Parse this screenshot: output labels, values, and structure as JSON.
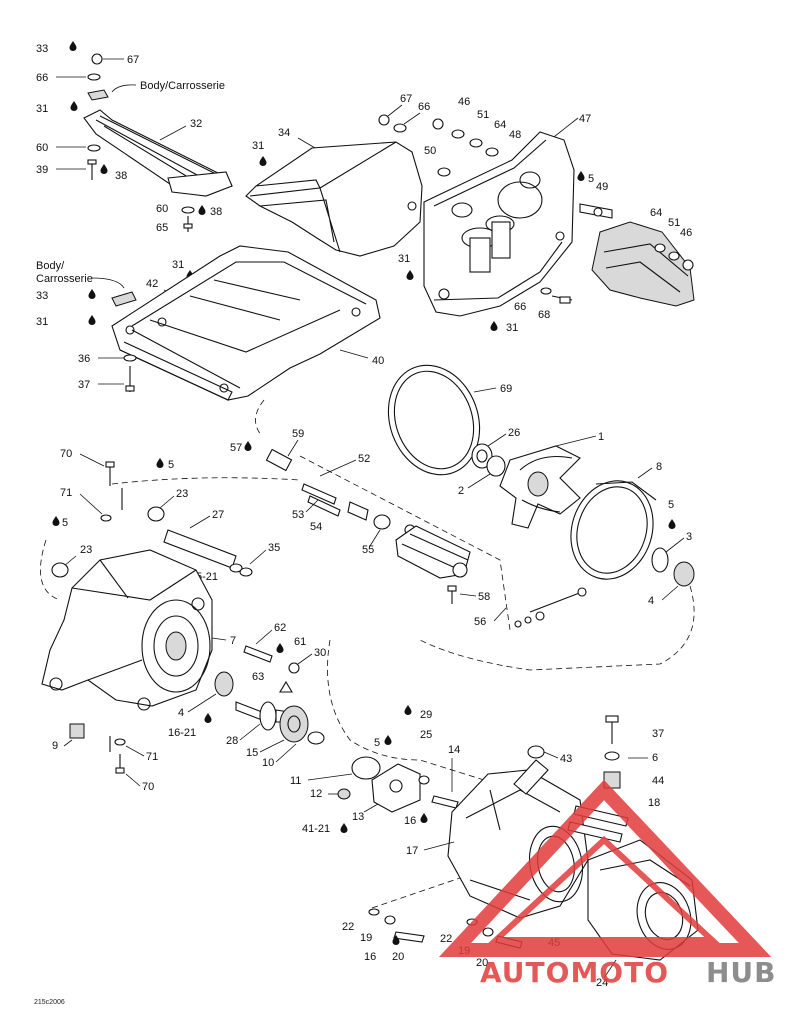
{
  "body_label": "Body/Carrosserie",
  "body_label_line1": "Body/",
  "body_label_line2": "Carrosserie",
  "drawing_code": "215c2006",
  "watermark": {
    "brand_a": "AUTOMOTO",
    "brand_b": "HUB",
    "color_a": "#e23c3c",
    "color_b": "#7a7a7a"
  },
  "callouts": {
    "n1": "1",
    "n2": "2",
    "n3": "3",
    "n4a": "4",
    "n4b": "4",
    "n5a": "5",
    "n5b": "5",
    "n5c": "5",
    "n5d": "5",
    "n5e": "5",
    "n6": "6",
    "n7": "7",
    "n8": "8",
    "n9": "9",
    "n10": "10",
    "n11": "11",
    "n12": "12",
    "n13": "13",
    "n14": "14",
    "n15": "15",
    "n16a": "16",
    "n16b": "16",
    "n1621": "16-21",
    "n17": "17",
    "n18": "18",
    "n19a": "19",
    "n19b": "19",
    "n20a": "20",
    "n20b": "20",
    "n22a": "22",
    "n22b": "22",
    "n23a": "23",
    "n23b": "23",
    "n24": "24",
    "n25": "25",
    "n26": "26",
    "n27": "27",
    "n28": "28",
    "n29": "29",
    "n30": "30",
    "n31a": "31",
    "n31b": "31",
    "n31c": "31",
    "n31d": "31",
    "n31e": "31",
    "n31f": "31",
    "n32": "32",
    "n33a": "33",
    "n33b": "33",
    "n34": "34",
    "n35": "35",
    "n36": "36",
    "n37a": "37",
    "n37b": "37",
    "n38a": "38",
    "n38b": "38",
    "n39": "39",
    "n40": "40",
    "n4121": "41-21",
    "n42": "42",
    "n43": "43",
    "n44": "44",
    "n45": "45",
    "n46a": "46",
    "n46b": "46",
    "n47": "47",
    "n48": "48",
    "n49": "49",
    "n50": "50",
    "n51a": "51",
    "n51b": "51",
    "n52": "52",
    "n53": "53",
    "n54": "54",
    "n55": "55",
    "n56": "56",
    "n57": "57",
    "n58": "58",
    "n59": "59",
    "n60a": "60",
    "n60b": "60",
    "n61": "61",
    "n62": "62",
    "n63": "63",
    "n64a": "64",
    "n64b": "64",
    "n65": "65",
    "n66a": "66",
    "n66b": "66",
    "n66c": "66",
    "n67a": "67",
    "n67b": "67",
    "n68": "68",
    "n69": "69",
    "n70a": "70",
    "n70b": "70",
    "n71a": "71",
    "n71b": "71",
    "n521": "5-21"
  }
}
